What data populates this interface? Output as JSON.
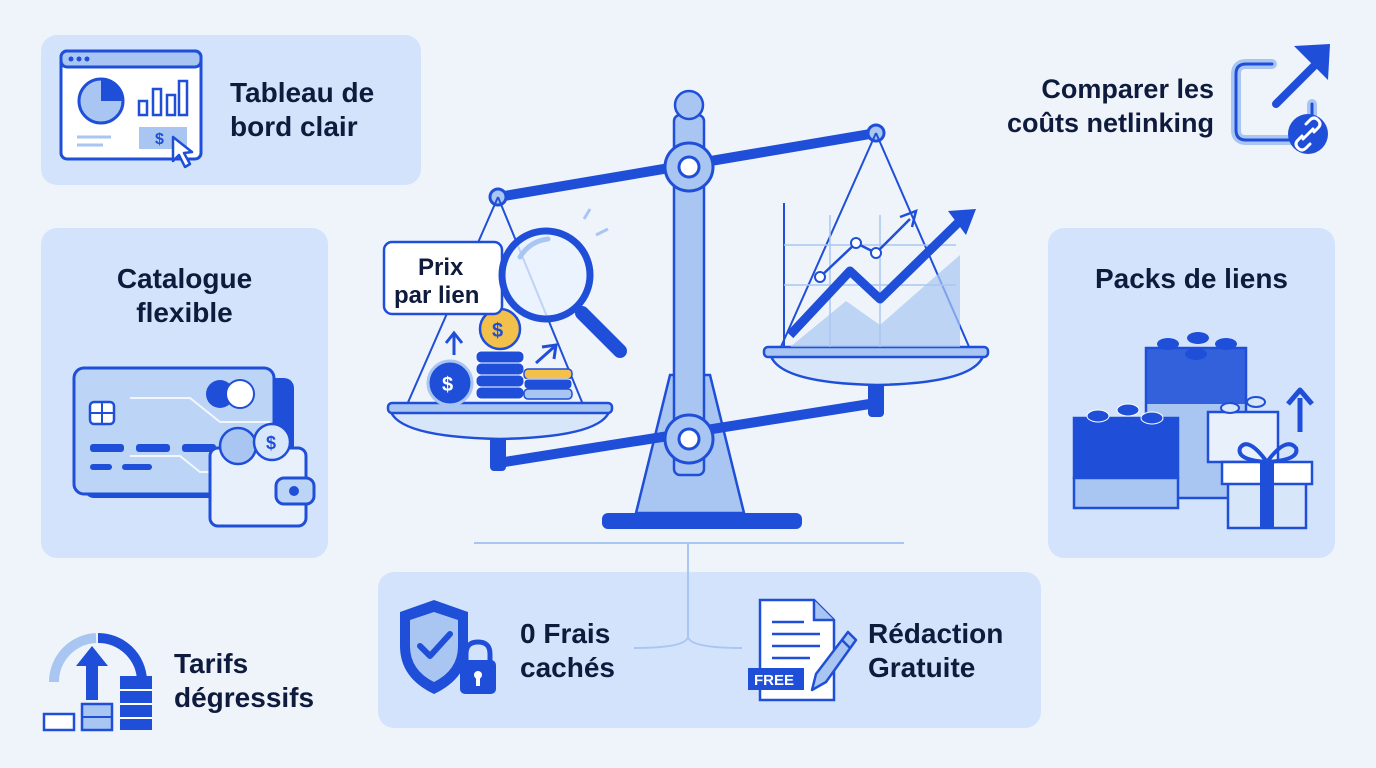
{
  "features": {
    "dashboard": {
      "line1": "Tableau de",
      "line2": "bord clair"
    },
    "compare": {
      "line1": "Comparer les",
      "line2": "coûts netlinking"
    },
    "catalogue": {
      "line1": "Catalogue",
      "line2": "flexible"
    },
    "packs": {
      "title": "Packs de liens"
    },
    "tarifs": {
      "line1": "Tarifs",
      "line2": "dégressifs"
    },
    "frais": {
      "line1": "0 Frais",
      "line2": "cachés"
    },
    "redaction": {
      "line1": "Rédaction",
      "line2": "Gratuite"
    }
  },
  "balance": {
    "price_tag_line1": "Prix",
    "price_tag_line2": "par lien",
    "coin_symbol": "$"
  },
  "dashboard_icon": {
    "dollar": "$"
  },
  "free_badge": "FREE",
  "colors": {
    "primary": "#1f4fd8",
    "light": "#a9c6f2",
    "card": "#d3e3fb",
    "gold": "#f2c04b",
    "text": "#0e1b3d"
  }
}
